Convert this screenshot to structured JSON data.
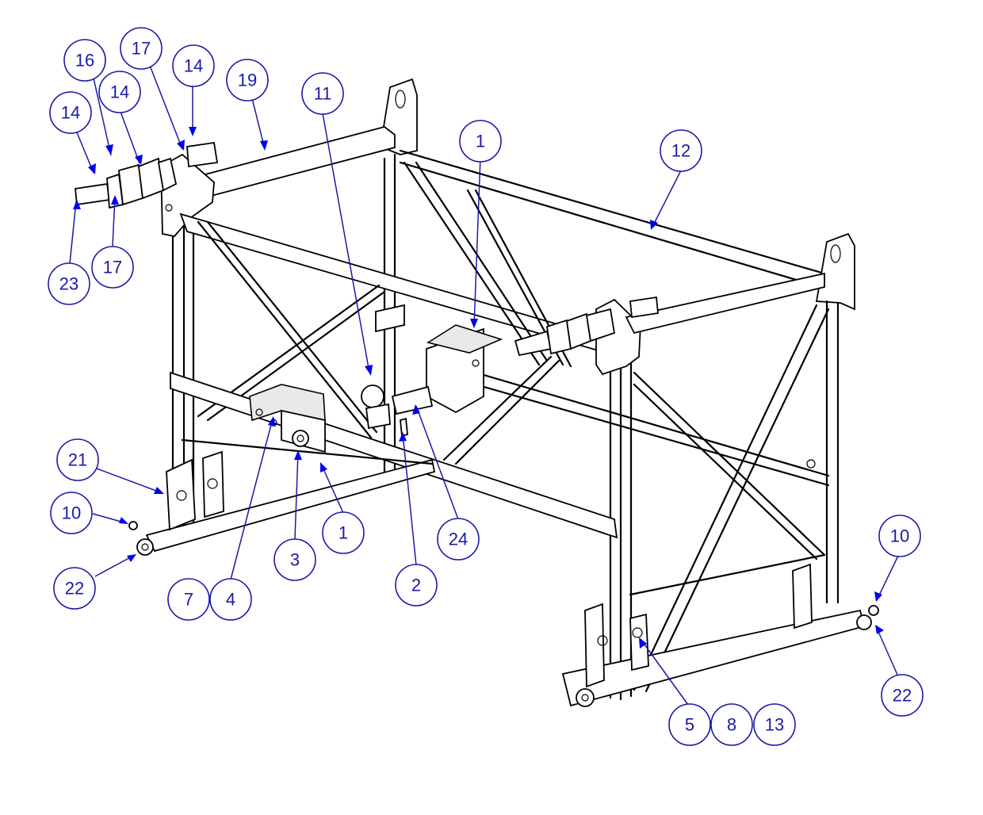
{
  "balloons": [
    {
      "label": "16"
    },
    {
      "label": "17"
    },
    {
      "label": "14"
    },
    {
      "label": "19"
    },
    {
      "label": "14"
    },
    {
      "label": "14"
    },
    {
      "label": "23"
    },
    {
      "label": "17"
    },
    {
      "label": "11"
    },
    {
      "label": "1"
    },
    {
      "label": "12"
    },
    {
      "label": "21"
    },
    {
      "label": "10"
    },
    {
      "label": "22"
    },
    {
      "label": "7"
    },
    {
      "label": "4"
    },
    {
      "label": "3"
    },
    {
      "label": "1"
    },
    {
      "label": "2"
    },
    {
      "label": "24"
    },
    {
      "label": "10"
    },
    {
      "label": "22"
    },
    {
      "label": "5"
    },
    {
      "label": "8"
    },
    {
      "label": "13"
    }
  ],
  "colors": {
    "balloon": "#1a1aa6",
    "arrow": "#0000ee",
    "line": "#000000"
  }
}
